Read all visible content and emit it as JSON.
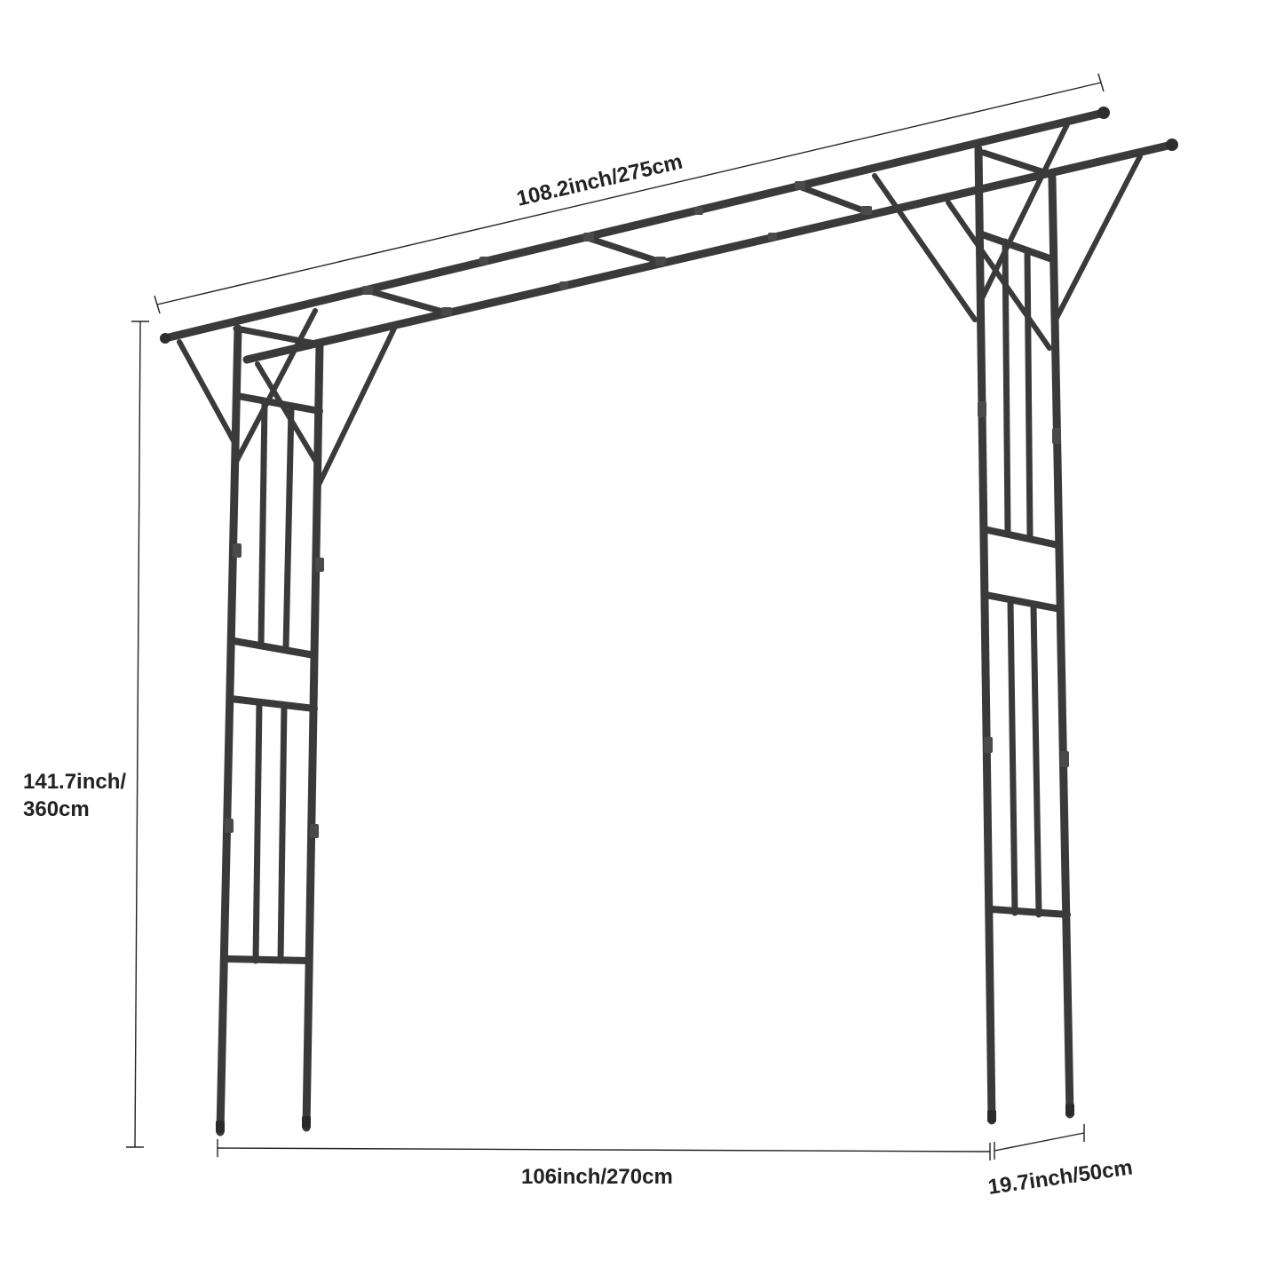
{
  "dimensions": {
    "length": "108.2inch/275cm",
    "height_line1": "141.7inch/",
    "height_line2": "360cm",
    "width": "106inch/270cm",
    "depth": "19.7inch/50cm"
  },
  "colors": {
    "frame": "#3a3a3a",
    "frame_highlight": "#6b6b6b",
    "dimension_line": "#222222",
    "background": "#ffffff"
  }
}
